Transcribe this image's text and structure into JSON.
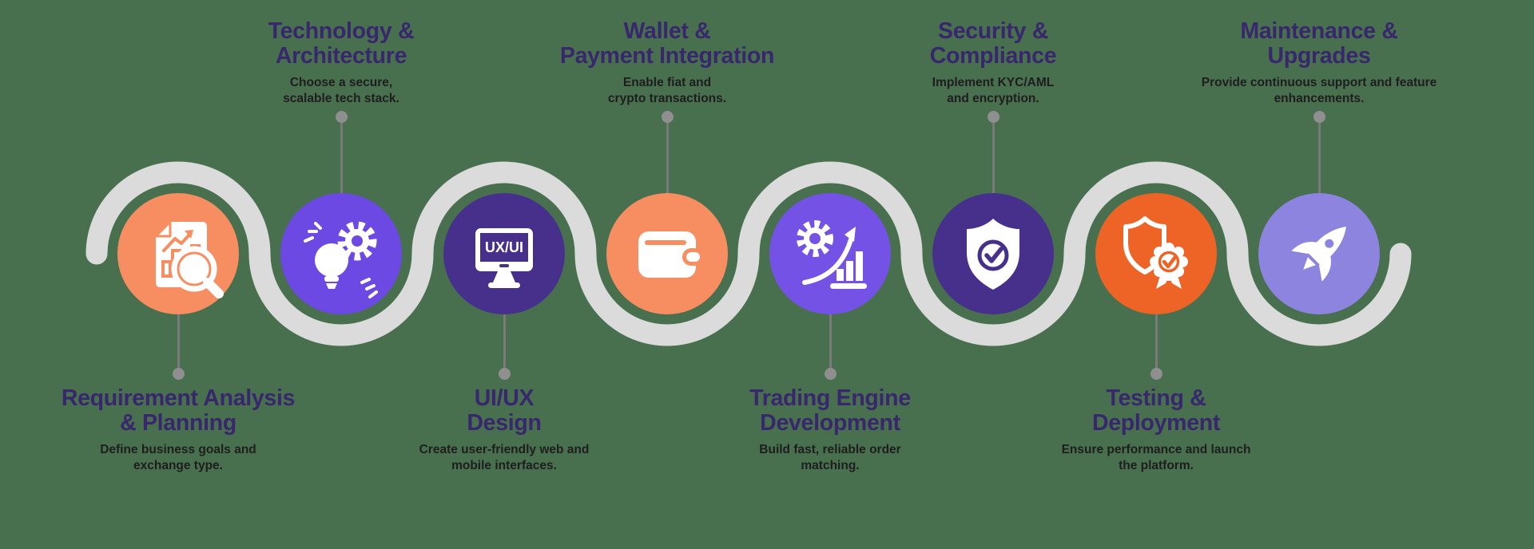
{
  "canvas": {
    "background_color": "#48704F",
    "ribbon_color": "#DBDBDB",
    "title_color": "#38276C",
    "description_color": "#1E1E1E",
    "connector_color": "#7A7A7A",
    "dot_color": "#8F8F8F"
  },
  "steps": [
    {
      "title": "Requirement Analysis\n& Planning",
      "description": "Define business goals and\nexchange type.",
      "icon": "analysis-document-icon",
      "circle_color": "#F68E61",
      "label_position": "bottom"
    },
    {
      "title": "Technology &\nArchitecture",
      "description": "Choose a secure,\nscalable tech stack.",
      "icon": "idea-gear-icon",
      "circle_color": "#6C49E3",
      "label_position": "top"
    },
    {
      "title": "UI/UX\nDesign",
      "description": "Create user-friendly web and\nmobile interfaces.",
      "icon": "uxui-monitor-icon",
      "icon_text": "UX/UI",
      "circle_color": "#46308C",
      "label_position": "bottom"
    },
    {
      "title": "Wallet &\nPayment Integration",
      "description": "Enable fiat and\ncrypto transactions.",
      "icon": "wallet-icon",
      "circle_color": "#F68E61",
      "label_position": "top"
    },
    {
      "title": "Trading Engine\nDevelopment",
      "description": "Build fast, reliable order\nmatching.",
      "icon": "trading-growth-icon",
      "circle_color": "#7452E6",
      "label_position": "bottom"
    },
    {
      "title": "Security &\nCompliance",
      "description": "Implement KYC/AML\nand encryption.",
      "icon": "shield-check-icon",
      "circle_color": "#46308C",
      "label_position": "top"
    },
    {
      "title": "Testing &\nDeployment",
      "description": "Ensure performance and launch\nthe platform.",
      "icon": "badge-shield-icon",
      "circle_color": "#EE6426",
      "label_position": "bottom"
    },
    {
      "title": "Maintenance &\nUpgrades",
      "description": "Provide continuous support and feature\nenhancements.",
      "icon": "rocket-icon",
      "circle_color": "#8D84DF",
      "label_position": "top"
    }
  ]
}
